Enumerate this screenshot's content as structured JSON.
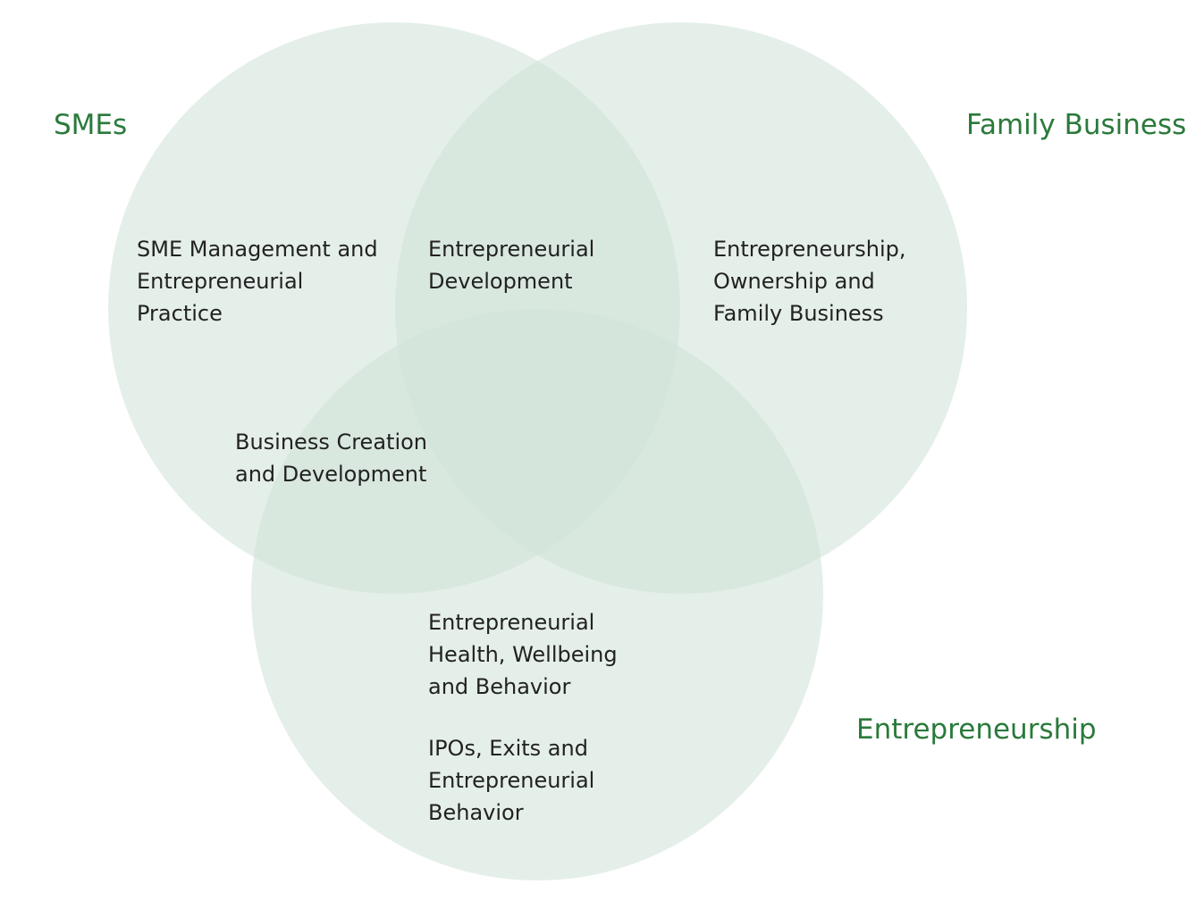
{
  "colors": {
    "circle_fill": "#cfe2d7",
    "set_label": "#2a7a3b",
    "region_text": "#222222"
  },
  "sets": {
    "smes": "SMEs",
    "family_business": "Family Business",
    "entrepreneurship": "Entrepreneurship"
  },
  "regions": {
    "sme_only": "SME Management and\nEntrepreneurial\nPractice",
    "sme_family": "Entrepreneurial\nDevelopment",
    "family_only": "Entrepreneurship,\nOwnership and\nFamily Business",
    "sme_entrepreneurship": "Business Creation\nand Development",
    "entrepreneurship_only_1": "Entrepreneurial\nHealth, Wellbeing\nand Behavior",
    "entrepreneurship_only_2": "IPOs, Exits and\nEntrepreneurial\nBehavior"
  }
}
